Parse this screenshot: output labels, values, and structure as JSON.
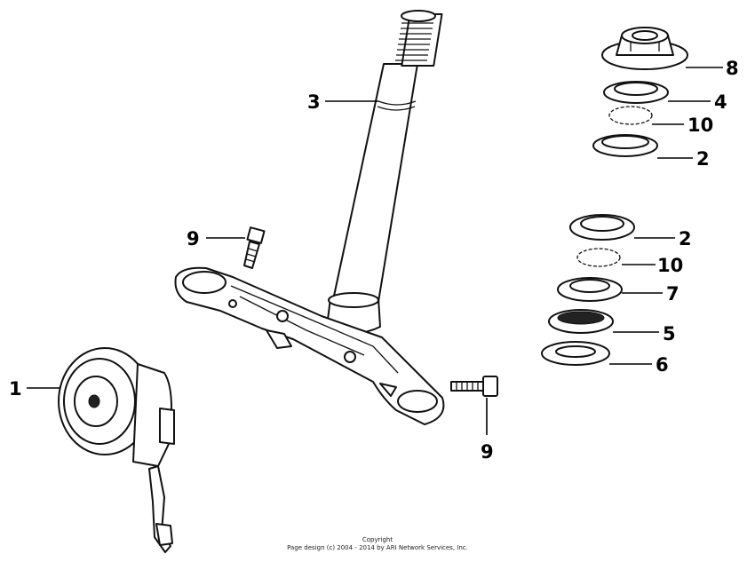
{
  "callouts": [
    {
      "label": "1",
      "part": "horn"
    },
    {
      "label": "2",
      "part": "bearing-race-upper-outer"
    },
    {
      "label": "2",
      "part": "bearing-race-lower-outer"
    },
    {
      "label": "3",
      "part": "steering-stem"
    },
    {
      "label": "4",
      "part": "top-cone-race"
    },
    {
      "label": "5",
      "part": "dust-seal"
    },
    {
      "label": "6",
      "part": "dust-seal-washer"
    },
    {
      "label": "7",
      "part": "bottom-cone-race"
    },
    {
      "label": "8",
      "part": "steering-stem-nut"
    },
    {
      "label": "9",
      "part": "bolt-left"
    },
    {
      "label": "9",
      "part": "bolt-right"
    },
    {
      "label": "10",
      "part": "steel-balls-upper"
    },
    {
      "label": "10",
      "part": "steel-balls-lower"
    }
  ],
  "copyright": {
    "line1": "Copyright",
    "line2": "Page design (c) 2004 - 2014 by ARI Network Services, Inc."
  }
}
